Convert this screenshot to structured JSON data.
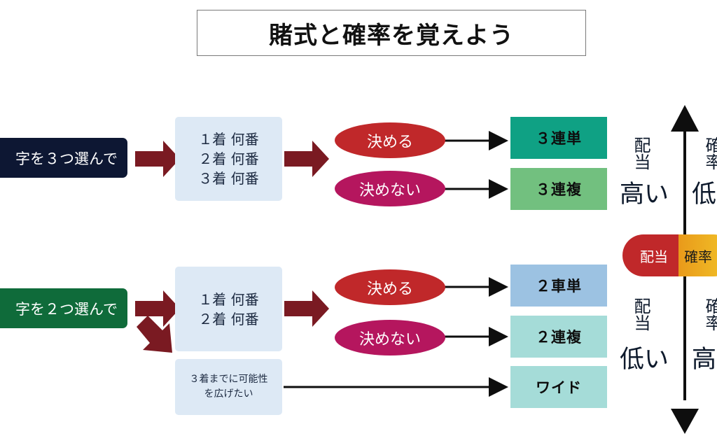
{
  "title": "賭式と確率を覚えよう",
  "colors": {
    "dark_navy": "#0d1733",
    "dark_green": "#0f6b3a",
    "info_bg": "#dde9f5",
    "oval_red": "#c0282a",
    "oval_pink": "#b5165e",
    "result_green": "#0fa184",
    "result_light_green": "#72c07f",
    "result_blue": "#9cc2e2",
    "result_teal": "#a5dcd8",
    "arrow_maroon": "#7a1a22"
  },
  "rows": [
    {
      "start_label": "字を３つ選んで",
      "info_lines": [
        "１着 何番",
        "２着 何番",
        "３着 何番"
      ],
      "options": [
        {
          "oval": "決める",
          "result": "３連単"
        },
        {
          "oval": "決めない",
          "result": "３連複"
        }
      ]
    },
    {
      "start_label": "字を２つ選んで",
      "info_lines": [
        "１着 何番",
        "２着 何番"
      ],
      "options": [
        {
          "oval": "決める",
          "result": "２車単"
        },
        {
          "oval": "決めない",
          "result": "２連複"
        }
      ],
      "extra": {
        "info_lines": [
          "３着までに可能性",
          "を広げたい"
        ],
        "result": "ワイド"
      }
    }
  ],
  "scale": {
    "top_payout_vertical": "配当",
    "top_payout_level": "高い",
    "top_prob_vertical": "確率",
    "top_prob_level": "低",
    "center_payout": "配当",
    "center_prob": "確率",
    "bottom_payout_vertical": "配当",
    "bottom_payout_level": "低い",
    "bottom_prob_vertical": "確率",
    "bottom_prob_level": "高"
  }
}
